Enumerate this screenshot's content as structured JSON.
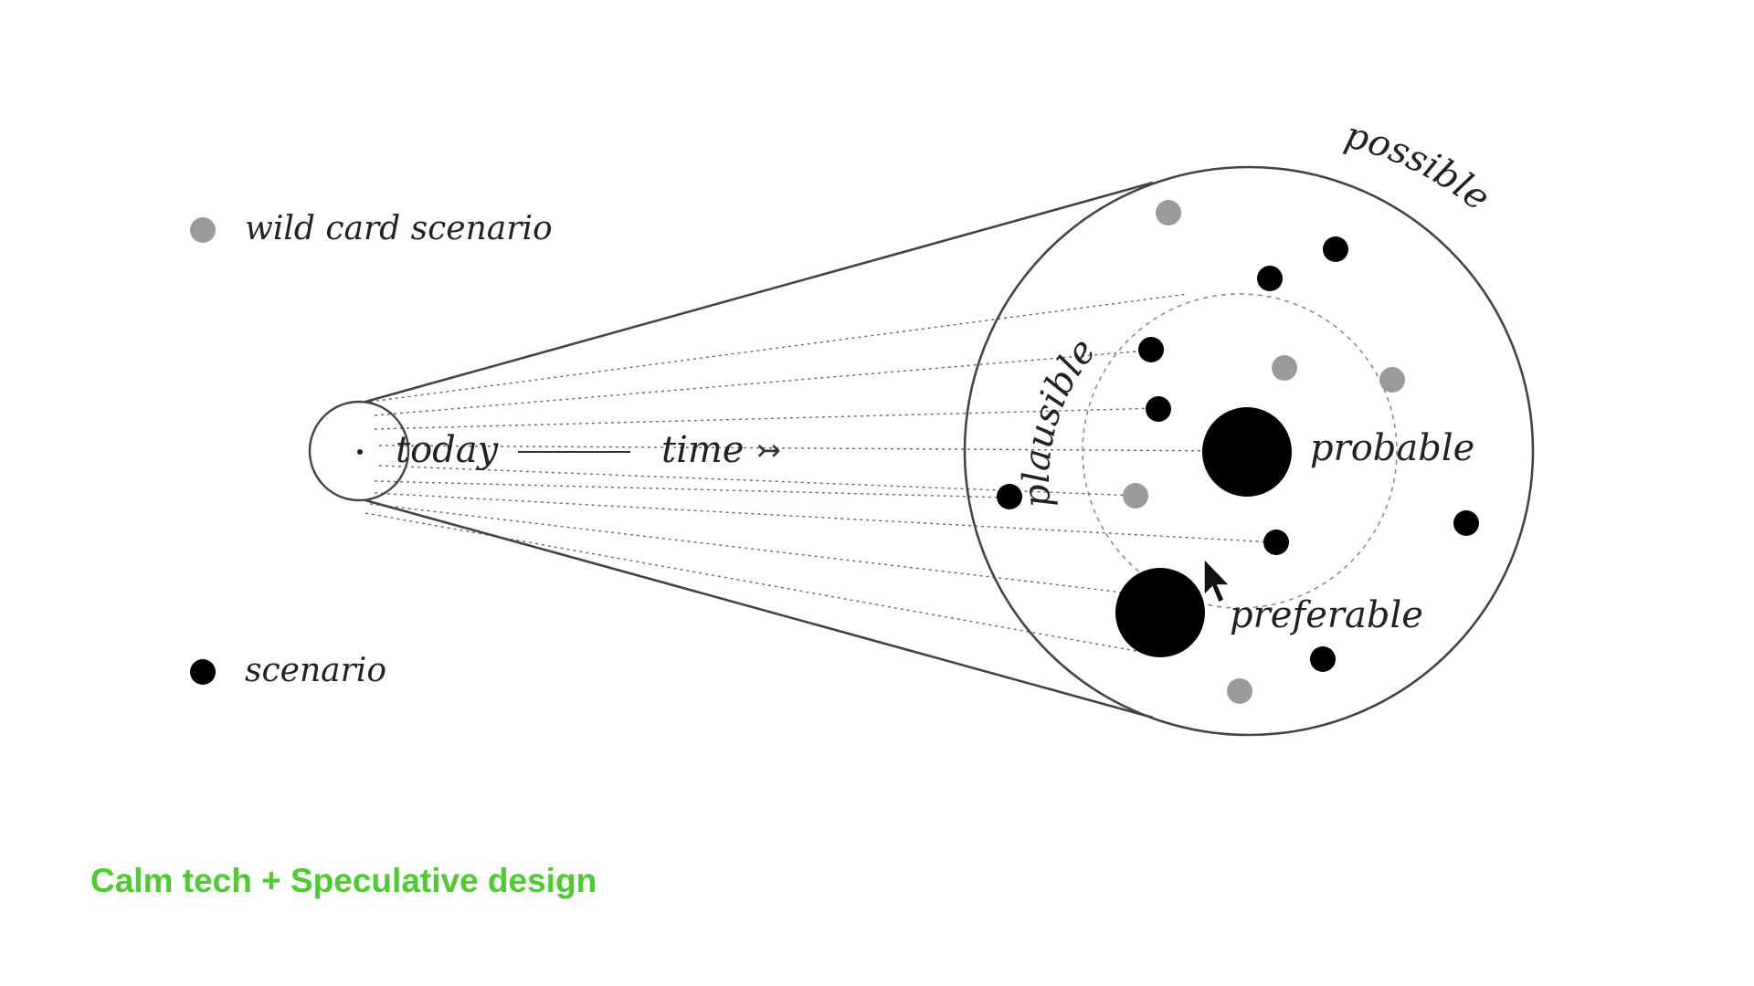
{
  "legend": {
    "wildcard_label": "wild card scenario",
    "scenario_label": "scenario"
  },
  "labels": {
    "today": "today",
    "time": "time",
    "time_arrow": "↣",
    "possible": "possible",
    "plausible": "plausible",
    "probable": "probable",
    "preferable": "preferable"
  },
  "caption": "Calm tech + Speculative design",
  "colors": {
    "scenario": "#000000",
    "wildcard": "#9a9a9a",
    "caption": "#4ccc2e",
    "line": "#444444"
  },
  "icons": {
    "cursor": "mouse-pointer-icon"
  }
}
